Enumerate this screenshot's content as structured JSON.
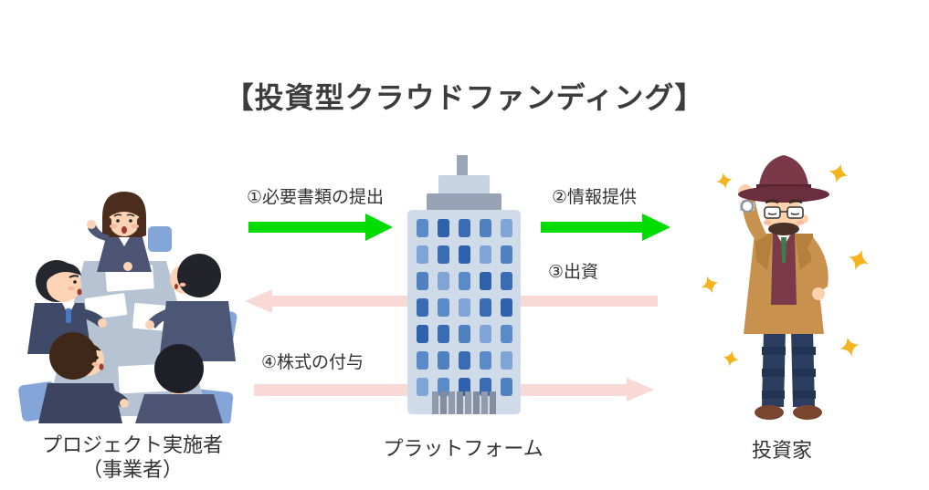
{
  "title": "【投資型クラウドファンディング】",
  "entities": {
    "implementer": {
      "label": "プロジェクト実施者",
      "sublabel": "（事業者）"
    },
    "platform": {
      "label": "プラットフォーム"
    },
    "investor": {
      "label": "投資家"
    }
  },
  "flows": {
    "f1": {
      "label": "①必要書類の提出",
      "direction": "right",
      "style": "green"
    },
    "f2": {
      "label": "②情報提供",
      "direction": "right",
      "style": "green"
    },
    "f3": {
      "label": "③出資",
      "direction": "left",
      "style": "pink"
    },
    "f4": {
      "label": "④株式の付与",
      "direction": "right",
      "style": "pink"
    }
  },
  "colors": {
    "green_arrow": "#00dc00",
    "pink_arrow": "#f8d9d5",
    "title_text": "#3c3c3c",
    "label_text": "#333333",
    "background": "#ffffff"
  }
}
